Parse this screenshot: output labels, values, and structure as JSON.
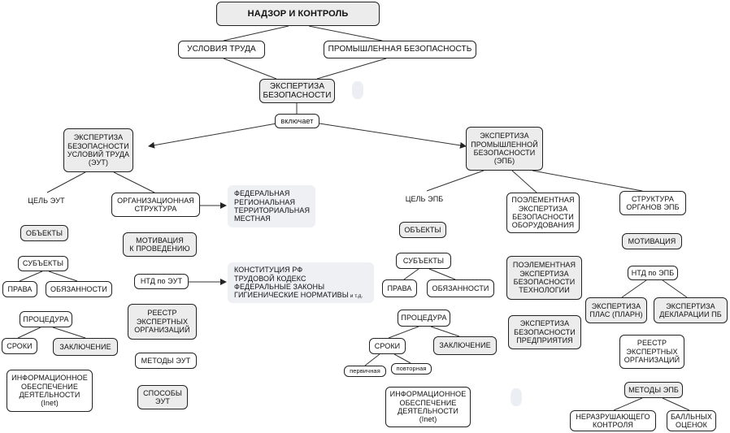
{
  "title": "НАДЗОР И КОНТРОЛЬ",
  "conditions_of_work": "УСЛОВИЯ ТРУДА",
  "industrial_safety": "ПРОМЫШЛЕННАЯ БЕЗОПАСНОСТЬ",
  "safety_expertise": [
    "ЭКСПЕРТИЗА",
    "БЕЗОПАСНОСТИ"
  ],
  "includes_label": "включает",
  "eut": {
    "title": [
      "ЭКСПЕРТИЗА",
      "БЕЗОПАСНОСТИ",
      "УСЛОВИЙ ТРУДА",
      "(ЭУТ)"
    ],
    "goal": "ЦЕЛЬ ЭУТ",
    "objects": "ОБЪЕКТЫ",
    "subjects": "СУБЪЕКТЫ",
    "rights": "ПРАВА",
    "duties": "ОБЯЗАННОСТИ",
    "procedure": "ПРОЦЕДУРА",
    "terms": "СРОКИ",
    "conclusion": "ЗАКЛЮЧЕНИЕ",
    "info_support": [
      "ИНФОРМАЦИОННОЕ",
      "ОБЕСПЕЧЕНИЕ",
      "ДЕЯТЕЛЬНОСТИ",
      "(Inet)"
    ],
    "org_structure": [
      "ОРГАНИЗАЦИОННАЯ",
      "СТРУКТУРА"
    ],
    "levels": [
      "ФЕДЕРАЛЬНАЯ",
      "РЕГИОНАЛЬНАЯ",
      "ТЕРРИТОРИАЛЬНАЯ",
      "МЕСТНАЯ"
    ],
    "motivation": [
      "МОТИВАЦИЯ",
      "К ПРОВЕДЕНИЮ"
    ],
    "ntd": "НТД по ЭУТ",
    "ntd_list": [
      "КОНСТИТУЦИЯ РФ",
      "ТРУДОВОЙ КОДЕКС",
      "ФЕДЕРАЛЬНЫЕ ЗАКОНЫ",
      "ГИГИЕНИЧЕСКИЕ НОРМАТИВЫ"
    ],
    "ntd_list_suffix": " и т.д.",
    "registry": [
      "РЕЕСТР",
      "ЭКСПЕРТНЫХ",
      "ОРГАНИЗАЦИЙ"
    ],
    "methods": "МЕТОДЫ  ЭУТ",
    "ways": [
      "СПОСОБЫ",
      "ЭУТ"
    ]
  },
  "epb": {
    "title": [
      "ЭКСПЕРТИЗА",
      "ПРОМЫШЛЕННОЙ",
      "БЕЗОПАСНОСТИ",
      "(ЭПБ)"
    ],
    "goal": "ЦЕЛЬ ЭПБ",
    "objects": "ОБЪЕКТЫ",
    "subjects": "СУБЪЕКТЫ",
    "rights": "ПРАВА",
    "duties": "ОБЯЗАННОСТИ",
    "procedure": "ПРОЦЕДУРА",
    "terms": "СРОКИ",
    "primary": "первичная",
    "repeat": "повторная",
    "conclusion": "ЗАКЛЮЧЕНИЕ",
    "info_support": [
      "ИНФОРМАЦИОННОЕ",
      "ОБЕСПЕЧЕНИЕ",
      "ДЕЯТЕЛЬНОСТИ",
      "(Inet)"
    ],
    "equipment": [
      "ПОЭЛЕМЕНТНАЯ",
      "ЭКСПЕРТИЗА",
      "БЕЗОПАСНОСТИ",
      "ОБОРУДОВАНИЯ"
    ],
    "technology": [
      "ПОЭЛЕМЕНТНАЯ",
      "ЭКСПЕРТИЗА",
      "БЕЗОПАСНОСТИ",
      "ТЕХНОЛОГИИ"
    ],
    "enterprise": [
      "ЭКСПЕРТИЗА",
      "БЕЗОПАСНОСТИ",
      "ПРЕДПРИЯТИЯ"
    ],
    "structure": [
      "СТРУКТУРА",
      "ОРГАНОВ ЭПБ"
    ],
    "motivation": "МОТИВАЦИЯ",
    "ntd": "НТД по ЭПБ",
    "plas": [
      "ЭКСПЕРТИЗА",
      "ПЛАС (ПЛАРН)"
    ],
    "declaration": [
      "ЭКСПЕРТИЗА",
      "ДЕКЛАРАЦИИ ПБ"
    ],
    "registry": [
      "РЕЕСТР",
      "ЭКСПЕРТНЫХ",
      "ОРГАНИЗАЦИЙ"
    ],
    "methods": "МЕТОДЫ ЭПБ",
    "non_destructive": [
      "НЕРАЗРУШАЮЩЕГО",
      "КОНТРОЛЯ"
    ],
    "scoring": [
      "БАЛЛЬНЫХ",
      "ОЦЕНОК"
    ]
  }
}
